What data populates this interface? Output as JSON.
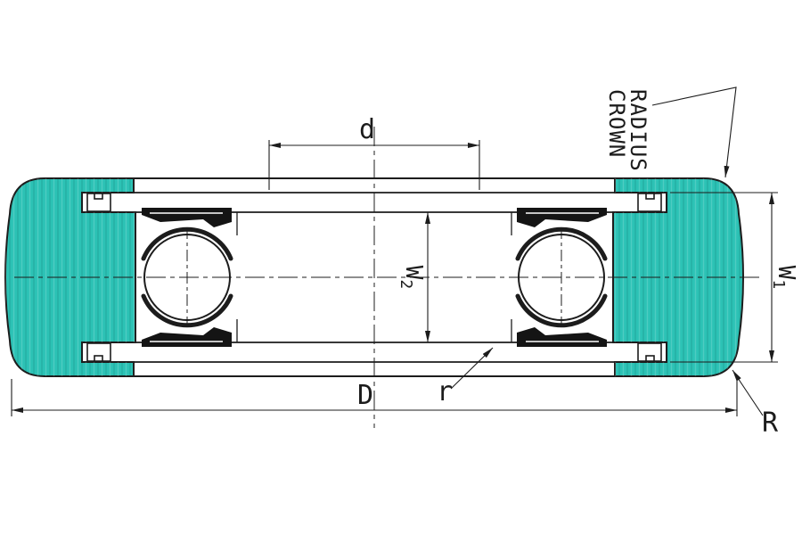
{
  "diagram": {
    "labels": {
      "bore_diameter": "d",
      "outer_diameter": "D",
      "width_inner_base": "W",
      "width_inner_sub": "2",
      "width_outer_base": "W",
      "width_outer_sub": "1",
      "crown_line1": "CROWN",
      "crown_line2": "RADIUS",
      "outer_corner_radius": "R",
      "inner_fillet_radius": "r"
    },
    "colors": {
      "ring_fill": "#2cc2b5",
      "line": "#1c1c1c",
      "seal_dark": "#141414",
      "background": "#ffffff"
    }
  }
}
